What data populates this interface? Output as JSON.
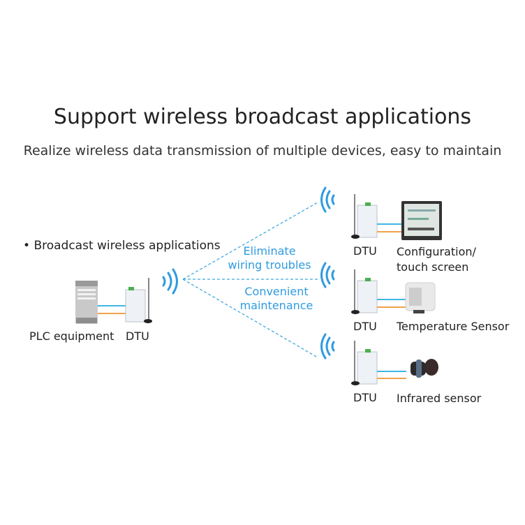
{
  "header": {
    "title": "Support wireless broadcast applications",
    "subtitle": "Realize wireless data transmission of multiple devices, easy to maintain"
  },
  "bullet": {
    "text": "Broadcast wireless applications"
  },
  "source": {
    "plc_label": "PLC equipment",
    "dtu_label": "DTU"
  },
  "annotations": {
    "line1": "Eliminate",
    "line2": "wiring troubles",
    "line3": "Convenient",
    "line4": "maintenance"
  },
  "targets": [
    {
      "dtu_label": "DTU",
      "device_label_1": "Configuration/",
      "device_label_2": "touch screen",
      "device_icon": "touch-screen-icon"
    },
    {
      "dtu_label": "DTU",
      "device_label_1": "Temperature Sensor",
      "device_icon": "temperature-sensor-icon"
    },
    {
      "dtu_label": "DTU",
      "device_label_1": "Infrared sensor",
      "device_icon": "infrared-sensor-icon"
    }
  ],
  "colors": {
    "accent": "#2f9be0",
    "wire_blue": "#3fb6e6",
    "wire_orange": "#f0a24a"
  }
}
